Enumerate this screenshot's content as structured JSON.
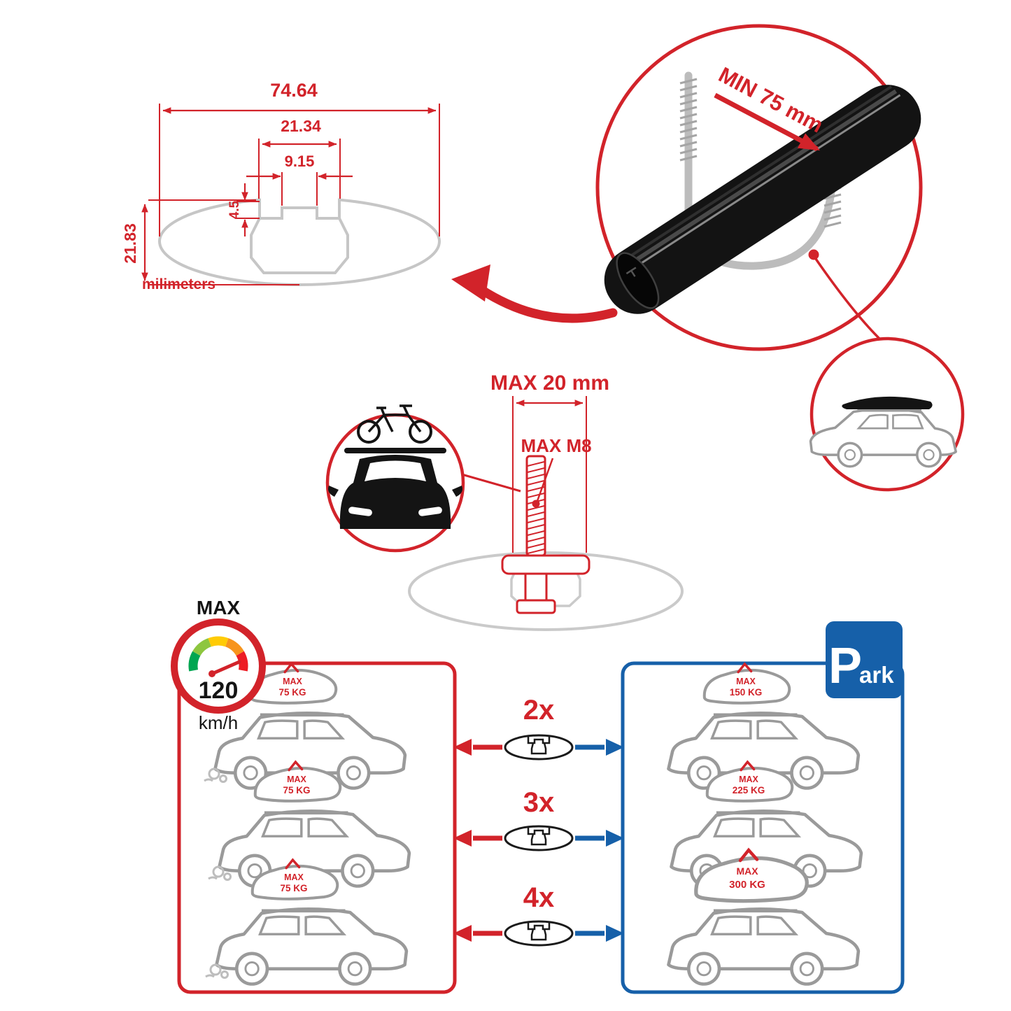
{
  "colors": {
    "red": "#d2232a",
    "blue": "#1660a9",
    "gray": "#c9c9c9",
    "black": "#141414"
  },
  "dims": {
    "total_width": "74.64",
    "channel_outer": "21.34",
    "channel_inner": "9.15",
    "step": "4.5",
    "total_height": "21.83",
    "units": "milimeters"
  },
  "detail": {
    "min_label": "MIN 75 mm"
  },
  "bolt": {
    "max_len": "MAX 20 mm",
    "max_size": "MAX M8"
  },
  "speed": {
    "max": "MAX",
    "value": "120",
    "unit": "km/h"
  },
  "drive": {
    "cars": [
      {
        "l1": "MAX",
        "l2": "75 KG"
      },
      {
        "l1": "MAX",
        "l2": "75 KG"
      },
      {
        "l1": "MAX",
        "l2": "75 KG"
      }
    ]
  },
  "mult": {
    "rows": [
      {
        "label": "2x"
      },
      {
        "label": "3x"
      },
      {
        "label": "4x"
      }
    ]
  },
  "park": {
    "sign_p": "P",
    "sign_suffix": "ark",
    "cars": [
      {
        "l1": "MAX",
        "l2": "150 KG"
      },
      {
        "l1": "MAX",
        "l2": "225 KG"
      },
      {
        "l1": "MAX",
        "l2": "300 KG"
      }
    ]
  }
}
